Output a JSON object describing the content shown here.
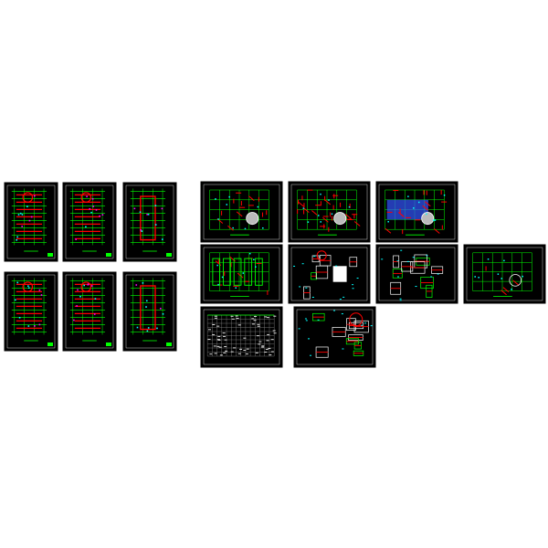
{
  "drawing_set": {
    "group_left": {
      "sheets": [
        {
          "id": "L1",
          "kind": "plan-tall"
        },
        {
          "id": "L2",
          "kind": "plan-tall-circle"
        },
        {
          "id": "L3",
          "kind": "plan-tall-sparse"
        },
        {
          "id": "L4",
          "kind": "plan-tall"
        },
        {
          "id": "L5",
          "kind": "plan-tall-detail"
        },
        {
          "id": "L6",
          "kind": "plan-tall-sparse"
        }
      ]
    },
    "group_right": {
      "sheets": [
        {
          "id": "R1",
          "kind": "plan-wide"
        },
        {
          "id": "R2",
          "kind": "plan-wide-dense"
        },
        {
          "id": "R3",
          "kind": "plan-wide-blue"
        },
        {
          "id": "R4",
          "kind": "plan-wide-green"
        },
        {
          "id": "R5",
          "kind": "sections"
        },
        {
          "id": "R6",
          "kind": "details"
        },
        {
          "id": "R7",
          "kind": "plan-wide-sparse"
        },
        {
          "id": "R8",
          "kind": "table"
        },
        {
          "id": "R9",
          "kind": "details-mixed"
        }
      ]
    }
  },
  "colors": {
    "background": "#ffffff",
    "sheet": "#000000",
    "frame": "#ffffff",
    "grid_green": "#00ff00",
    "member_red": "#ff0000",
    "dim_cyan": "#00ffff",
    "note_yellow": "#ffff00",
    "accent_magenta": "#ff00ff",
    "fill_blue": "#3355ff"
  }
}
